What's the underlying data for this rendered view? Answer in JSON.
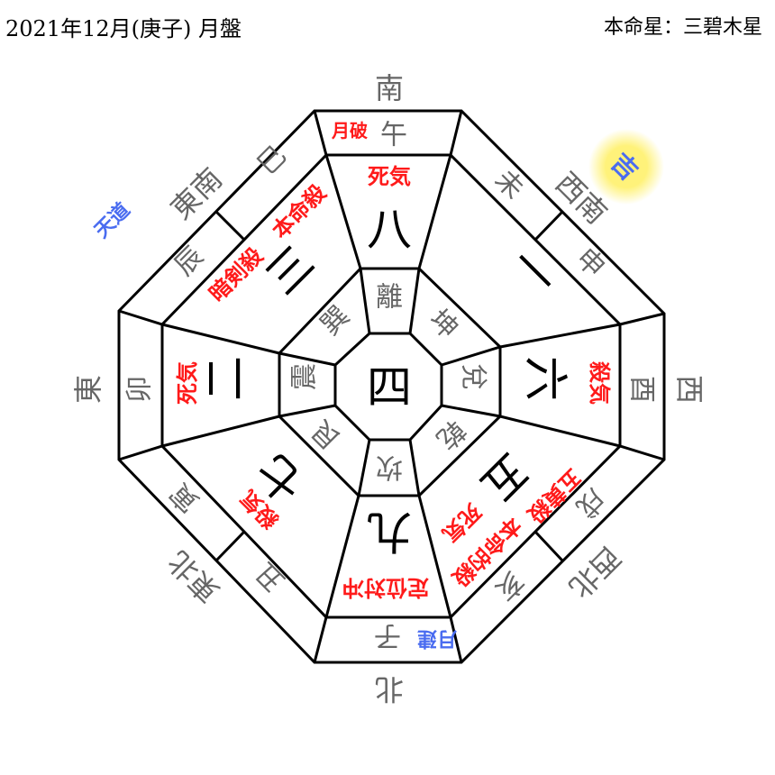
{
  "header": {
    "title": "2021年12月(庚子) 月盤",
    "honmeisei": "本命星：三碧木星"
  },
  "directions": {
    "south": "南",
    "southwest": "西南",
    "west": "西",
    "northwest": "西北",
    "north": "北",
    "northeast": "東北",
    "east": "東",
    "southeast": "東南"
  },
  "branches": {
    "uma": "午",
    "hitsuji": "未",
    "saru": "申",
    "tori": "酉",
    "inu": "戌",
    "i": "亥",
    "ne": "子",
    "ushi": "丑",
    "tora": "寅",
    "u": "卯",
    "tatsu": "辰",
    "mi": "巳"
  },
  "trigrams": {
    "ri": "離",
    "kon": "坤",
    "da": "兌",
    "ken": "乾",
    "kan": "坎",
    "gon": "艮",
    "shin": "震",
    "son": "巽"
  },
  "stars": {
    "center": "四",
    "south": "八",
    "southwest": "一",
    "west": "六",
    "northwest": "五",
    "north": "九",
    "northeast": "七",
    "east": "二",
    "southeast": "三"
  },
  "marks": {
    "south_top": "月破",
    "south": "死気",
    "southeast_1": "本命殺",
    "southeast_2": "暗剣殺",
    "west": "殺気",
    "northwest_1": "五黄殺",
    "northwest_2": "本命的殺",
    "northwest_3": "死気",
    "north": "定位対冲",
    "north_top": "月建",
    "northeast": "殺気",
    "east": "死気",
    "southwest_lucky": "吉",
    "southeast_outer": "天道"
  },
  "colors": {
    "bad": "#ff1a1a",
    "good": "#4a6cf0",
    "lucky_glow": "#fff27a"
  }
}
